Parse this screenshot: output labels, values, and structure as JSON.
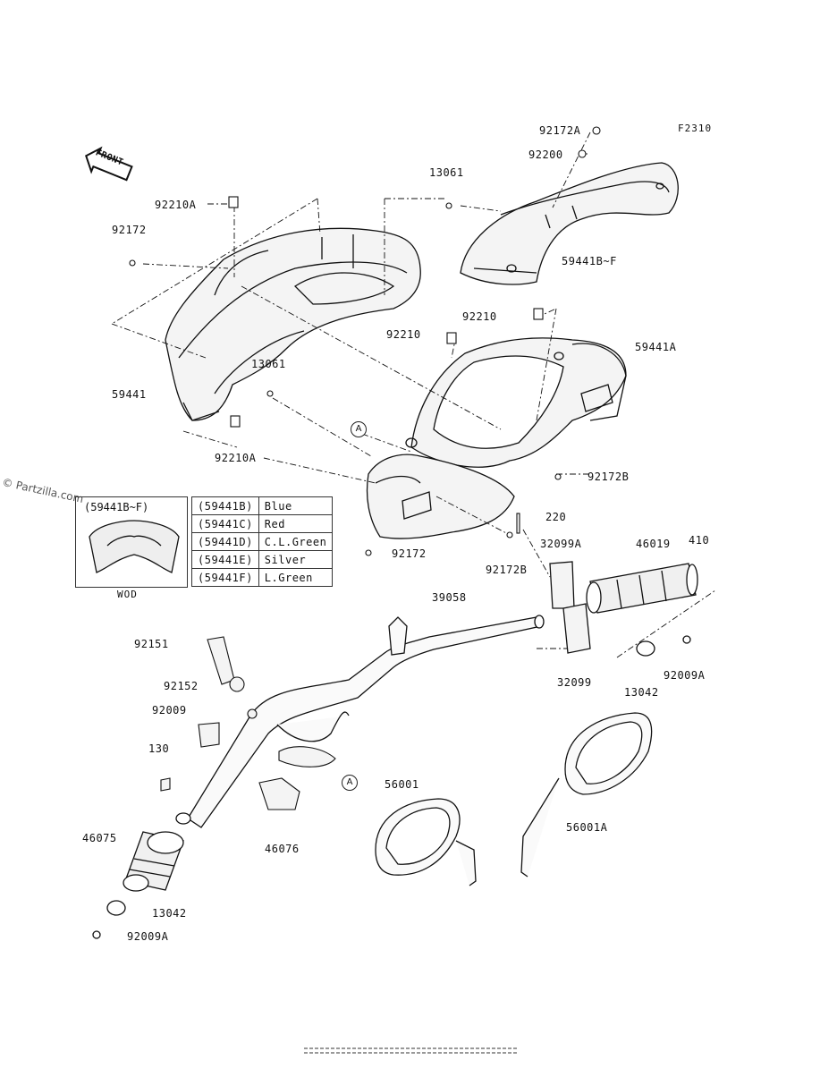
{
  "figure_code": "F2310",
  "front_arrow": "FRONT",
  "watermark": "© Partzilla.com",
  "inset": {
    "title": "(59441B~F)",
    "caption": "WOD"
  },
  "color_table": [
    {
      "code": "(59441B)",
      "color": "Blue"
    },
    {
      "code": "(59441C)",
      "color": "Red"
    },
    {
      "code": "(59441D)",
      "color": "C.L.Green"
    },
    {
      "code": "(59441E)",
      "color": "Silver"
    },
    {
      "code": "(59441F)",
      "color": "L.Green"
    }
  ],
  "callout": "A",
  "part_labels": [
    "92172A",
    "92200",
    "13061",
    "92210A",
    "92172",
    "59441B~F",
    "92210",
    "92210",
    "59441A",
    "13061",
    "59441",
    "92210A",
    "92172B",
    "220",
    "92172",
    "32099A",
    "46019",
    "410",
    "92172B",
    "39058",
    "92151",
    "92152",
    "92009",
    "130",
    "46075",
    "13042",
    "92009A",
    "46076",
    "56001",
    "56001A",
    "32099",
    "13042",
    "92009A"
  ]
}
